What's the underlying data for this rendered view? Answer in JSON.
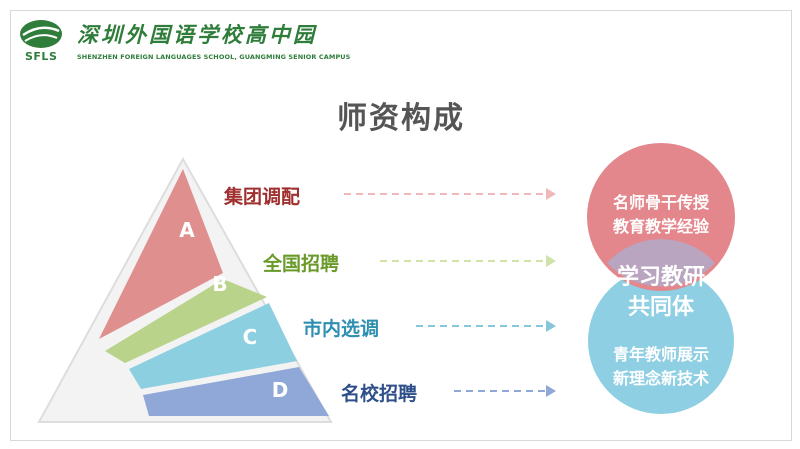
{
  "logo": {
    "abbr": "SFLS",
    "chinese": "深圳外国语学校高中园",
    "english": "SHENZHEN FOREIGN LANGUAGES SCHOOL, GUANGMING SENIOR CAMPUS"
  },
  "title": "师资构成",
  "layers": [
    {
      "letter": "A",
      "label": "集团调配",
      "color": "#e08f8f",
      "label_color": "#a03030"
    },
    {
      "letter": "B",
      "label": "全国招聘",
      "color": "#b9d38a",
      "label_color": "#6a9a2a"
    },
    {
      "letter": "C",
      "label": "市内选调",
      "color": "#8ccfe0",
      "label_color": "#2f8fb0"
    },
    {
      "letter": "D",
      "label": "名校招聘",
      "color": "#8fa8d8",
      "label_color": "#2f4f8a"
    }
  ],
  "circles": {
    "top": {
      "line1": "名师骨干传授",
      "line2": "教育教学经验",
      "color": "#e3878c"
    },
    "middle": {
      "line1": "学习教研",
      "line2": "共同体"
    },
    "bottom": {
      "line1": "青年教师展示",
      "line2": "新理念新技术",
      "color": "#8fcfe3"
    }
  }
}
